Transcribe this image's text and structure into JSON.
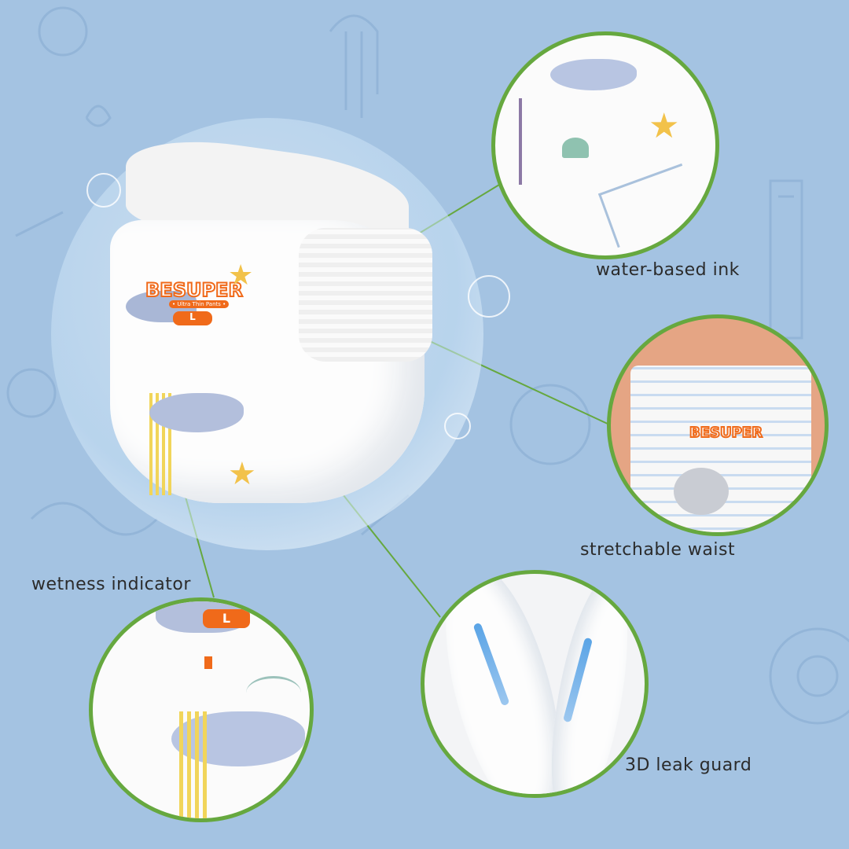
{
  "brand": {
    "logo_text": "BESUPER",
    "tagline": "• Ultra Thin Pants •",
    "size_label": "L",
    "accent_color": "#f06a1a"
  },
  "callouts": [
    {
      "label": "water-based ink"
    },
    {
      "label": "stretchable waist"
    },
    {
      "label": "wetness indicator"
    },
    {
      "label": "3D leak guard"
    }
  ],
  "colors": {
    "background": "#a4c3e2",
    "ring": "#66a83f"
  }
}
